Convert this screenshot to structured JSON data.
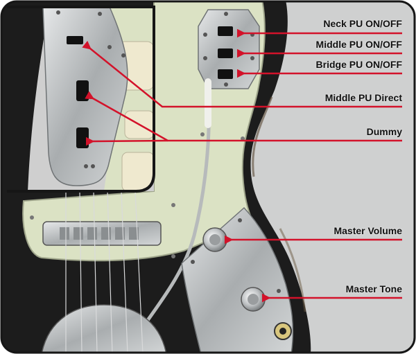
{
  "labels": {
    "neck_pu": "Neck PU ON/OFF",
    "middle_pu": "Middle PU ON/OFF",
    "bridge_pu": "Bridge PU ON/OFF",
    "middle_direct": "Middle PU Direct",
    "dummy": "Dummy",
    "master_volume": "Master Volume",
    "master_tone": "Master Tone"
  },
  "colors": {
    "arrow": "#d3122a",
    "body_black": "#1c1c1c",
    "pickguard": "#dbe2c4",
    "chrome": "#b9bcbd",
    "background": "#cfd0d0"
  }
}
